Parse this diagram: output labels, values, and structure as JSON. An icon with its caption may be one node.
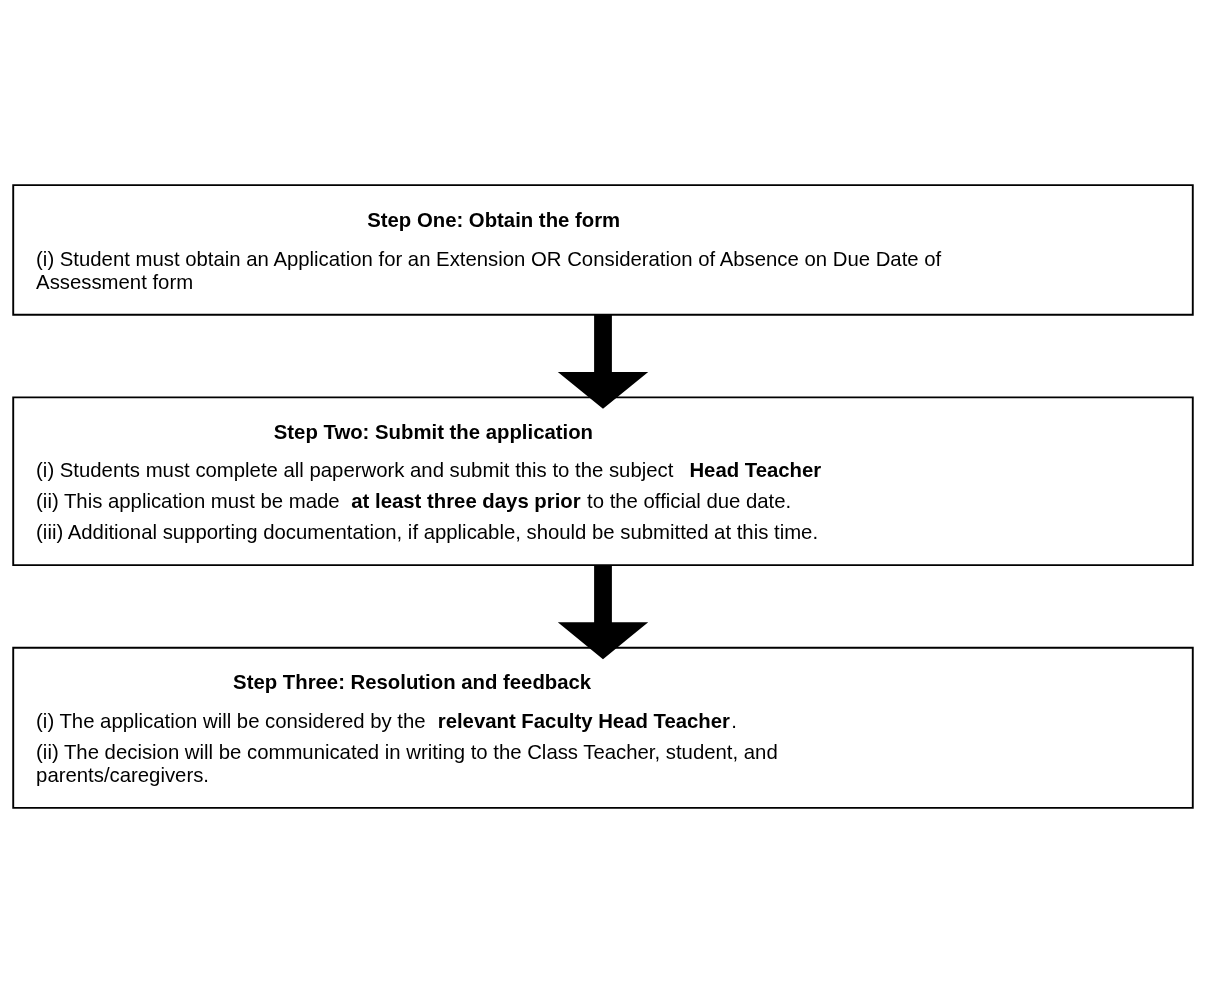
{
  "diagram": {
    "nodes": [
      {
        "text": [
          "Step One: Obtain the form",
          "(i) Student must obtain an Application for an Extension OR Consideration of Absence on Due Date of Assessment form"
        ]
      },
      {
        "text": [
          "Step Two: Submit the application",
          "(i) Students must complete all paperwork and submit this to the subject **Head Teacher**",
          "(ii) This application must be made **at least three days prior** to the official due date.",
          "(iii) Additional supporting documentation, if applicable, should be submitted at this time."
        ]
      },
      {
        "text": [
          "Step Three: Resolution and feedback",
          "(i) The application will be considered by the **relevant Faculty Head Teacher**.",
          "(ii) The decision will be communicated in writing to the Class Teacher, student, and parents/caregivers."
        ]
      }
    ],
    "edges": [
      {
        "from": 0,
        "to": 1,
        "arrow": "to"
      },
      {
        "from": 1,
        "to": 2,
        "arrow": "to"
      }
    ]
  }
}
